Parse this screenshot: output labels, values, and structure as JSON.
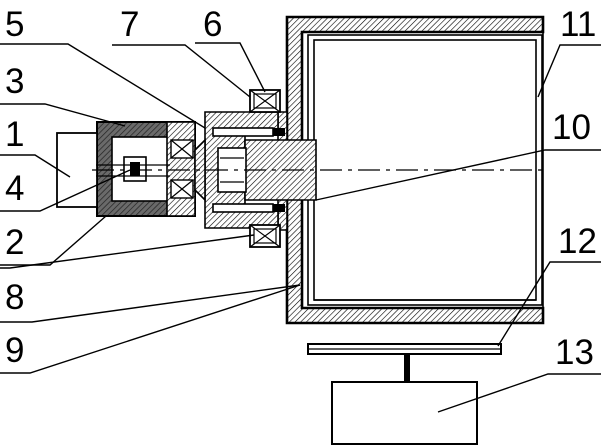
{
  "figure": {
    "callouts": [
      {
        "id": "1",
        "label": "1"
      },
      {
        "id": "2",
        "label": "2"
      },
      {
        "id": "3",
        "label": "3"
      },
      {
        "id": "4",
        "label": "4"
      },
      {
        "id": "5",
        "label": "5"
      },
      {
        "id": "6",
        "label": "6"
      },
      {
        "id": "7",
        "label": "7"
      },
      {
        "id": "8",
        "label": "8"
      },
      {
        "id": "9",
        "label": "9"
      },
      {
        "id": "10",
        "label": "10"
      },
      {
        "id": "11",
        "label": "11"
      },
      {
        "id": "12",
        "label": "12"
      },
      {
        "id": "13",
        "label": "13"
      }
    ],
    "colors": {
      "line": "#000000",
      "hatch": "#000000",
      "dark_fill": "#555555",
      "background": "#ffffff"
    }
  }
}
